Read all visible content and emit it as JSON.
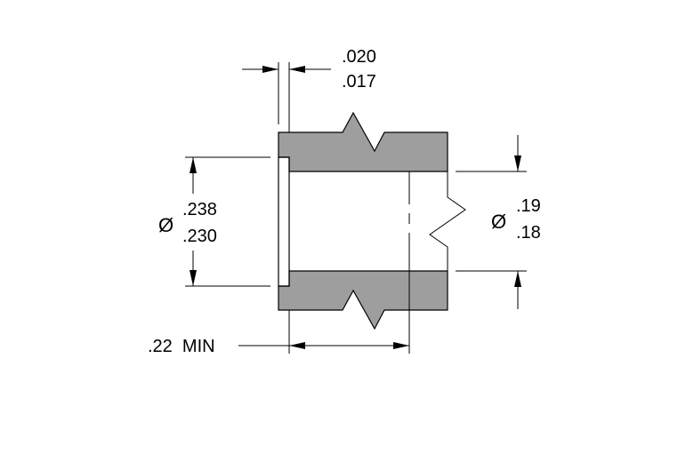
{
  "colors": {
    "background": "#ffffff",
    "part_fill": "#9e9e9e",
    "line": "#000000"
  },
  "dims": {
    "flange_thickness": {
      "upper": ".020",
      "lower": ".017"
    },
    "outer_diameter": {
      "symbol": "Ø",
      "upper": ".238",
      "lower": ".230"
    },
    "inner_diameter": {
      "symbol": "Ø",
      "upper": ".19",
      "lower": ".18"
    },
    "depth": {
      "label": ".22  MIN"
    }
  }
}
